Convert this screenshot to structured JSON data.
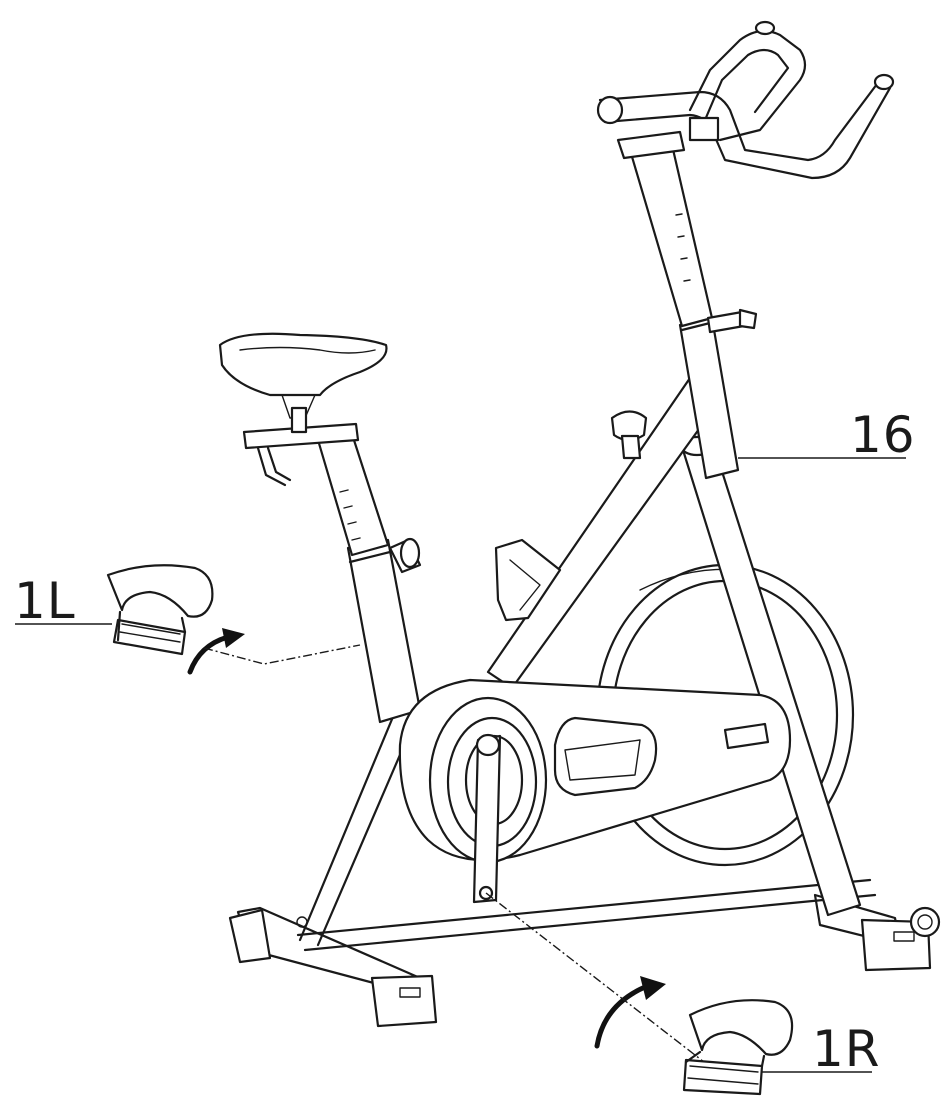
{
  "callouts": {
    "left_pedal": "1L",
    "right_pedal": "1R",
    "part_16": "16"
  }
}
